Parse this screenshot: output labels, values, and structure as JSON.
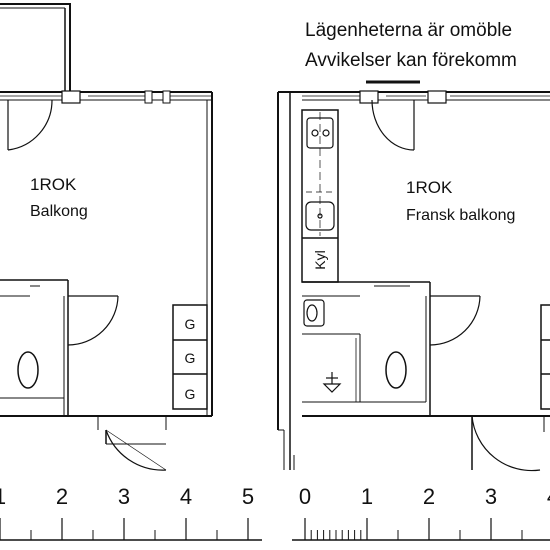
{
  "notice": {
    "line1": "Lägenheterna är omöble",
    "line2": "Avvikelser kan förekomm"
  },
  "left_unit": {
    "room_type": "1ROK",
    "feature": "Balkong",
    "storage_labels": [
      "G",
      "G",
      "G"
    ],
    "scale_numbers": [
      "1",
      "2",
      "3",
      "4",
      "5"
    ]
  },
  "right_unit": {
    "room_type": "1ROK",
    "feature": "Fransk balkong",
    "fridge_label": "Kyl",
    "scale_numbers": [
      "0",
      "1",
      "2",
      "3",
      "4"
    ]
  },
  "colors": {
    "line": "#111111",
    "background": "#ffffff"
  }
}
